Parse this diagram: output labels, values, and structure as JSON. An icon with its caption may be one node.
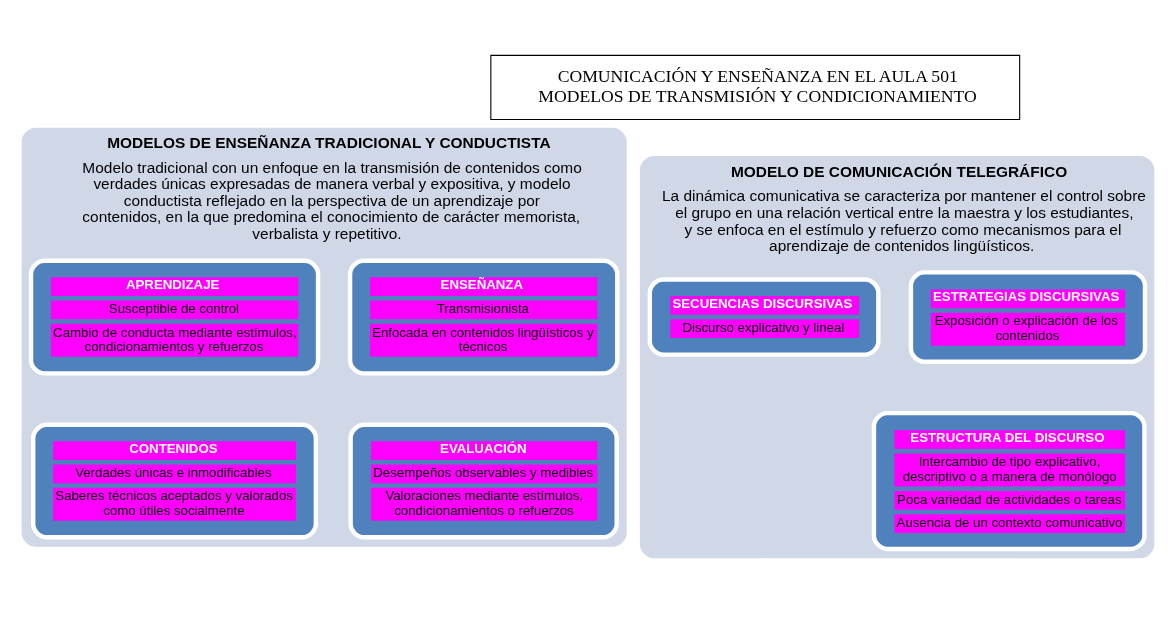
{
  "diagram": {
    "nodes": [
      {
        "text": [
          "COMUNICACIÓN Y ENSEÑANZA EN EL AULA 501",
          "MODELOS DE TRANSMISIÓN Y CONDICIONAMIENTO"
        ]
      },
      {
        "text": [
          "MODELOS DE ENSEÑANZA TRADICIONAL Y CONDUCTISTA",
          "Modelo tradicional con un enfoque en la transmisión de contenidos como verdades únicas expresadas de manera verbal y expositiva, y modelo conductista reflejado en la perspectiva de un aprendizaje por contenidos, en la que predomina el conocimiento de carácter memorista, verbalista y repetitivo."
        ]
      },
      {
        "text": [
          "ENSEÑANZA",
          "Transmisionista",
          "Enfocada en contenidos lingüísticos y técnicos"
        ],
        "in": 1
      },
      {
        "text": [
          "APRENDIZAJE",
          "Susceptible de control",
          "Cambio de conducta mediante estímulos, condicionamientos y refuerzos"
        ],
        "in": 1
      },
      {
        "text": [
          "EVALUACIÓN",
          "Desempeños observables y medibles",
          "Valoraciones mediante estímulos, condicionamientos o refuerzos"
        ],
        "in": 1
      },
      {
        "text": [
          "CONTENIDOS",
          "Verdades únicas e inmodificables",
          "Saberes técnicos aceptados y valorados como útiles socialmente"
        ],
        "in": 1
      },
      {
        "text": [
          "MODELO DE COMUNICACIÓN TELEGRÁFICO",
          "La dinámica comunicativa se caracteriza por mantener el control sobre el grupo en una relación vertical entre la maestra y los estudiantes, y se enfoca en el estímulo y refuerzo como mecanismos para el aprendizaje de contenidos lingüísticos."
        ]
      },
      {
        "text": [
          "ESTRATEGIAS DISCURSIVAS",
          "Exposición o explicación de los contenidos"
        ],
        "in": 6
      },
      {
        "text": [
          "SECUENCIAS DISCURSIVAS",
          "Discurso explicativo y lineal"
        ],
        "in": 6
      },
      {
        "text": [
          "ESTRUCTURA DEL DISCURSO",
          "Intercambio de tipo explicativo, descriptivo o a manera de monólogo",
          "Poca variedad de actividades o tareas",
          "Ausencia de un contexto comunicativo"
        ],
        "in": 6
      }
    ],
    "edges": []
  }
}
